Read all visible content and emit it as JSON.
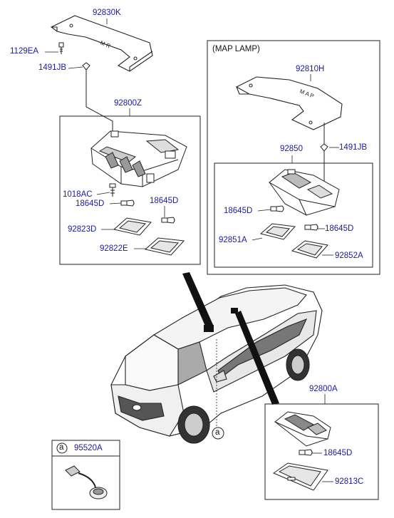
{
  "diagram": {
    "map_lamp_title": "(MAP LAMP)",
    "circle_a": "a",
    "parts": {
      "p92830K": "92830K",
      "p1129EA": "1129EA",
      "p1491JB_left": "1491JB",
      "p92800Z": "92800Z",
      "p1018AC": "1018AC",
      "p18645D_a": "18645D",
      "p18645D_b": "18645D",
      "p92823D": "92823D",
      "p92822E": "92822E",
      "p92810H": "92810H",
      "p92850": "92850",
      "p1491JB_right": "1491JB",
      "p18645D_c": "18645D",
      "p18645D_d": "18645D",
      "p92851A": "92851A",
      "p92852A": "92852A",
      "p92800A": "92800A",
      "p18645D_e": "18645D",
      "p92813C": "92813C",
      "p95520A": "95520A"
    }
  }
}
